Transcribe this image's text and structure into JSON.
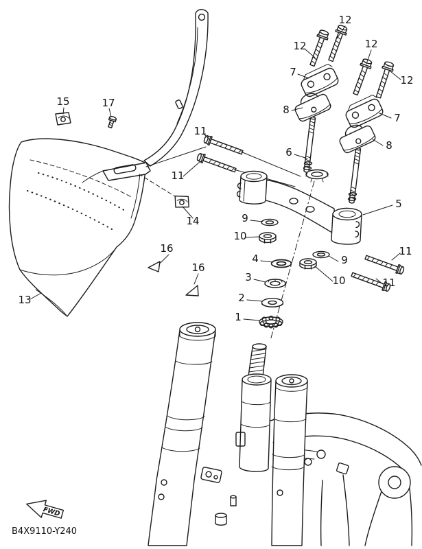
{
  "diagram": {
    "code": "B4X9110-Y240",
    "fwd_label": "FWD",
    "callouts": {
      "c1": "1",
      "c2": "2",
      "c3": "3",
      "c4": "4",
      "c5": "5",
      "c6": "6",
      "c7": "7",
      "c8": "8",
      "c9": "9",
      "c10": "10",
      "c11": "11",
      "c12": "12",
      "c13": "13",
      "c14": "14",
      "c15": "15",
      "c16": "16",
      "c17": "17"
    },
    "colors": {
      "line": "#1c1c1c",
      "background": "#ffffff"
    },
    "icons": {
      "fwd_arrow": "block-arrow-left"
    }
  }
}
